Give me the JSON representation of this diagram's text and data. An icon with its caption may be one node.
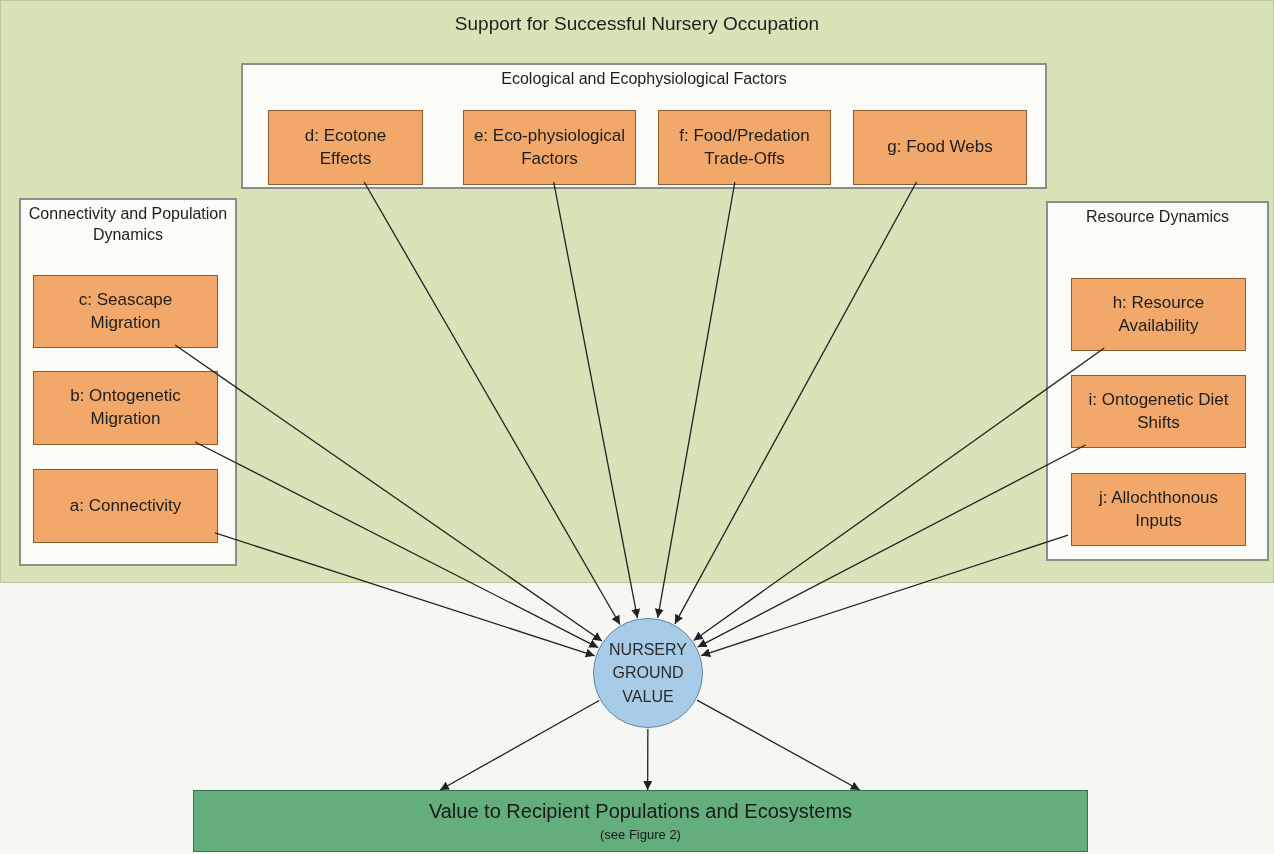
{
  "diagram": {
    "nodes": [
      {
        "text": [
          "Support for Successful Nursery Occupation"
        ]
      },
      {
        "text": [
          "Ecological and Ecophysiological Factors"
        ],
        "in": 0
      },
      {
        "text": [
          "d: Ecotone Effects"
        ],
        "in": 1
      },
      {
        "text": [
          "e: Eco-physiological Factors"
        ],
        "in": 1
      },
      {
        "text": [
          "f: Food/Predation Trade-Offs"
        ],
        "in": 1
      },
      {
        "text": [
          "g: Food Webs"
        ],
        "in": 1
      },
      {
        "text": [
          "Connectivity and Population Dynamics"
        ],
        "in": 0
      },
      {
        "text": [
          "c: Seascape Migration"
        ],
        "in": 6
      },
      {
        "text": [
          "b: Ontogenetic Migration"
        ],
        "in": 6
      },
      {
        "text": [
          "a: Connectivity"
        ],
        "in": 6
      },
      {
        "text": [
          "Resource Dynamics"
        ],
        "in": 0
      },
      {
        "text": [
          "h: Resource Availability"
        ],
        "in": 10
      },
      {
        "text": [
          "i: Ontogenetic Diet Shifts"
        ],
        "in": 10
      },
      {
        "text": [
          "j: Allochthonous Inputs"
        ],
        "in": 10
      },
      {
        "text": [
          "NURSERY GROUND VALUE"
        ]
      },
      {
        "text": [
          "Value to Recipient Populations and Ecosystems",
          "(see Figure 2)"
        ]
      }
    ],
    "edges": [
      {
        "from": 9,
        "to": 14,
        "arrow": "to"
      },
      {
        "from": 8,
        "to": 14,
        "arrow": "to"
      },
      {
        "from": 7,
        "to": 14,
        "arrow": "to"
      },
      {
        "from": 2,
        "to": 14,
        "arrow": "to"
      },
      {
        "from": 3,
        "to": 14,
        "arrow": "to"
      },
      {
        "from": 4,
        "to": 14,
        "arrow": "to"
      },
      {
        "from": 5,
        "to": 14,
        "arrow": "to"
      },
      {
        "from": 11,
        "to": 14,
        "arrow": "to"
      },
      {
        "from": 12,
        "to": 14,
        "arrow": "to"
      },
      {
        "from": 13,
        "to": 14,
        "arrow": "to"
      },
      {
        "from": 14,
        "to": 15,
        "arrow": "to"
      },
      {
        "from": 14,
        "to": 15,
        "arrow": "to"
      },
      {
        "from": 14,
        "to": 15,
        "arrow": "to"
      }
    ]
  }
}
